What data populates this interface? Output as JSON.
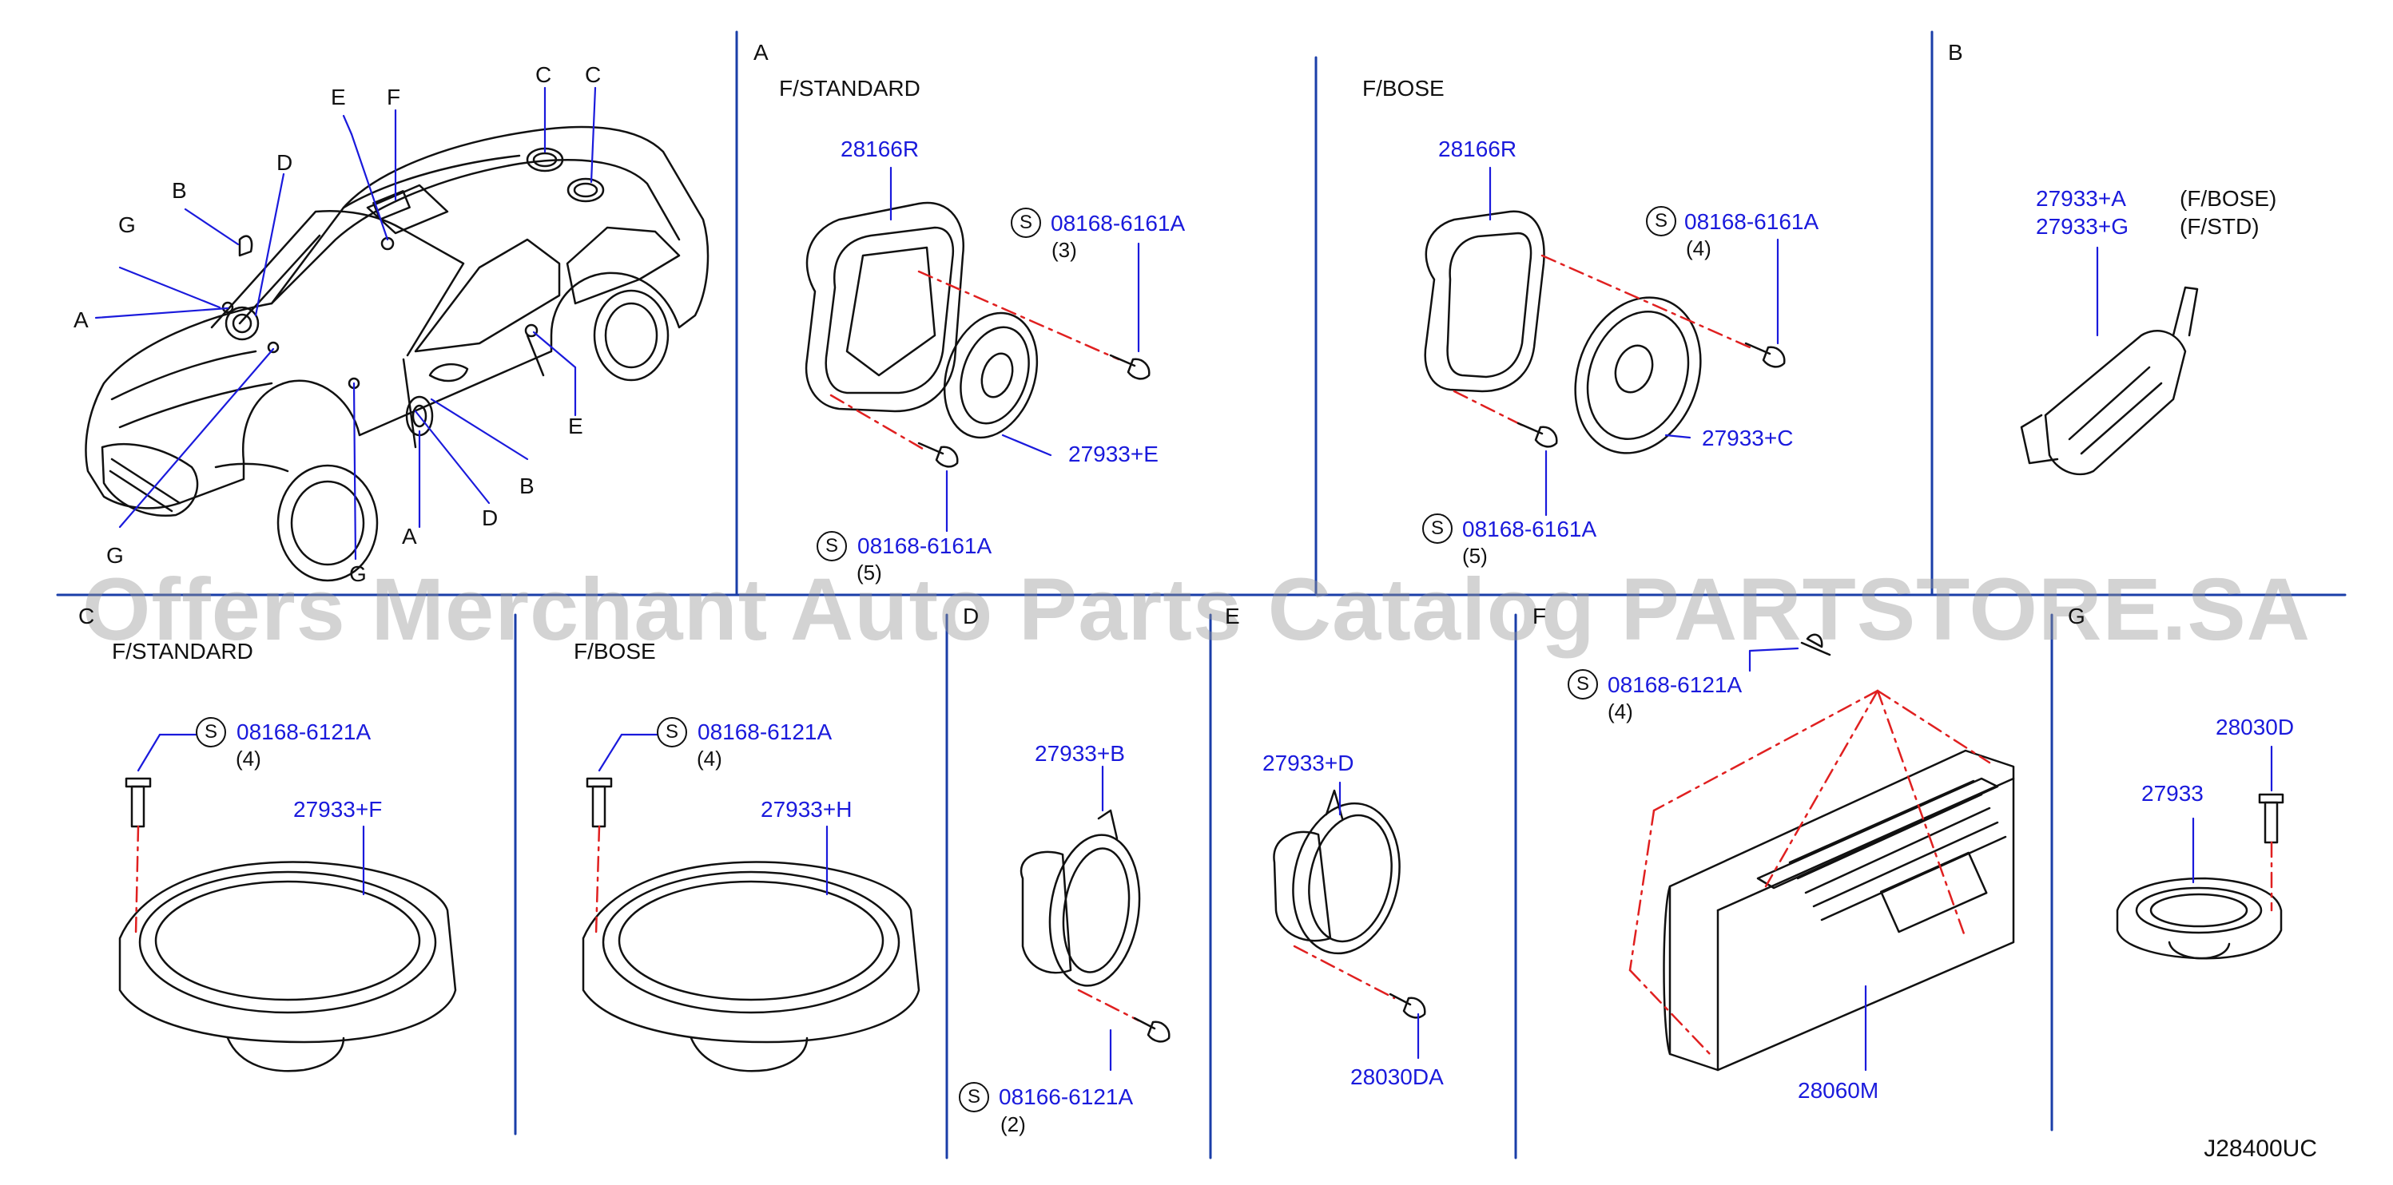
{
  "sections": {
    "A": "A",
    "B": "B",
    "C": "C",
    "D": "D",
    "E": "E",
    "F": "F",
    "G": "G"
  },
  "variants": {
    "a_standard": "F/STANDARD",
    "a_bose": "F/BOSE",
    "c_standard": "F/STANDARD",
    "c_bose": "F/BOSE",
    "b_bose": "(F/BOSE)",
    "b_std": "(F/STD)"
  },
  "car_callouts": {
    "A_left": "A",
    "A_bottom": "A",
    "B_top": "B",
    "B_right": "B",
    "C_1": "C",
    "C_2": "C",
    "D_top": "D",
    "D_bottom": "D",
    "E_top": "E",
    "E_right": "E",
    "F_top": "F",
    "G_left": "G",
    "G_bottom1": "G",
    "G_bottom2": "G"
  },
  "parts": {
    "a_std_frame": "28166R",
    "a_std_screw": "08168-6161A",
    "a_std_screw_qty": "(3)",
    "a_std_speaker": "27933+E",
    "a_std_screw2": "08168-6161A",
    "a_std_screw2_qty": "(5)",
    "a_bose_frame": "28166R",
    "a_bose_screw": "08168-6161A",
    "a_bose_screw_qty": "(4)",
    "a_bose_speaker": "27933+C",
    "a_bose_screw2": "08168-6161A",
    "a_bose_screw2_qty": "(5)",
    "b_part1": "27933+A",
    "b_part2": "27933+G",
    "c_std_screw": "08168-6121A",
    "c_std_screw_qty": "(4)",
    "c_std_speaker": "27933+F",
    "c_bose_screw": "08168-6121A",
    "c_bose_screw_qty": "(4)",
    "c_bose_speaker": "27933+H",
    "d_speaker": "27933+B",
    "d_screw": "08166-6121A",
    "d_screw_qty": "(2)",
    "e_speaker": "27933+D",
    "e_bolt": "28030DA",
    "f_screw": "08168-6121A",
    "f_screw_qty": "(4)",
    "f_amp": "28060M",
    "g_bolt": "28030D",
    "g_speaker": "27933"
  },
  "s_symbol": "S",
  "watermark": "Offers Merchant Auto Parts Catalog PARTSTORE.SA",
  "diagram_code": "J28400UC",
  "colors": {
    "leader": "#1a1adc",
    "phantom": "#e02020",
    "part_number": "#1a1adc",
    "ink": "#111111"
  }
}
